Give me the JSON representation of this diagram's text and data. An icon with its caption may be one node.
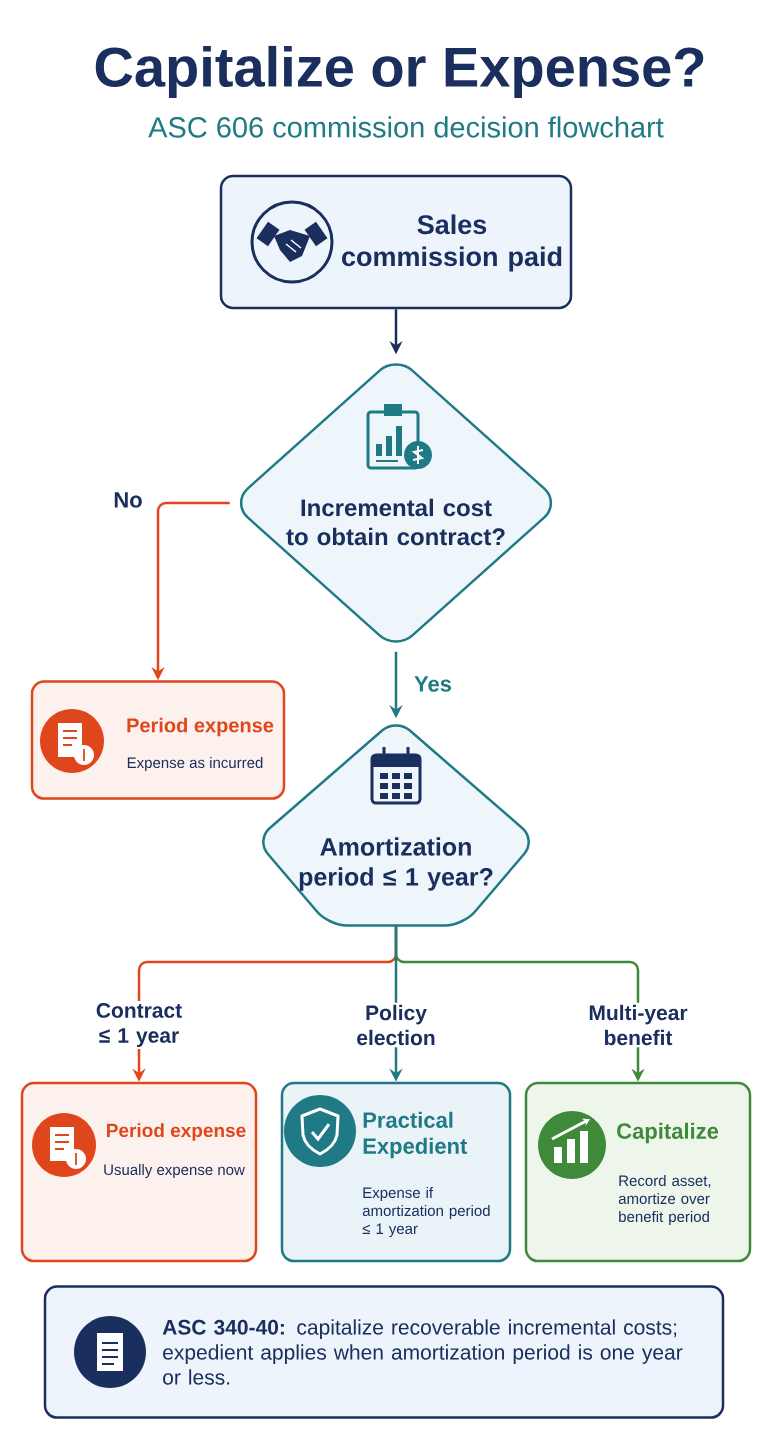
{
  "diagram": {
    "title": "Capitalize or Expense?",
    "nodes": [
      {
        "text": [
          "Sales commission paid"
        ]
      },
      {
        "text": [
          "Incremental cost to obtain contract?"
        ]
      },
      {
        "text": [
          "Period expense",
          "Expense as incurred"
        ]
      },
      {
        "text": [
          "Amortization period ≤ 1 year?"
        ]
      },
      {
        "text": [
          "Period expense",
          "Usually expense now"
        ]
      },
      {
        "text": [
          "Practical Expedient",
          "Expense if amortization period ≤ 1 year"
        ]
      },
      {
        "text": [
          "Capitalize",
          "Record asset, amortize over benefit period"
        ]
      },
      {
        "text": [
          "**ASC 340-40:** capitalize recoverable incremental costs; expedient applies when amortization period is one year or less."
        ]
      }
    ],
    "edges": [
      {
        "from": 0,
        "to": 1,
        "arrow": "to",
        "color": "#1b2f5e"
      },
      {
        "from": 1,
        "to": 2,
        "arrow": "to",
        "label": "No",
        "color": "#e0461c"
      },
      {
        "from": 1,
        "to": 3,
        "arrow": "to",
        "label": "Yes",
        "color": "#1f7a85"
      },
      {
        "from": 3,
        "to": 4,
        "arrow": "to",
        "label": "Contract ≤ 1 year",
        "color": "#e0461c"
      },
      {
        "from": 3,
        "to": 5,
        "arrow": "to",
        "label": "Policy election",
        "color": "#1f7a85"
      },
      {
        "from": 3,
        "to": 6,
        "arrow": "to",
        "label": "Multi-year benefit",
        "color": "#3f8a3a"
      }
    ],
    "labels": [
      "ASC 606 commission decision flowchart"
    ]
  }
}
